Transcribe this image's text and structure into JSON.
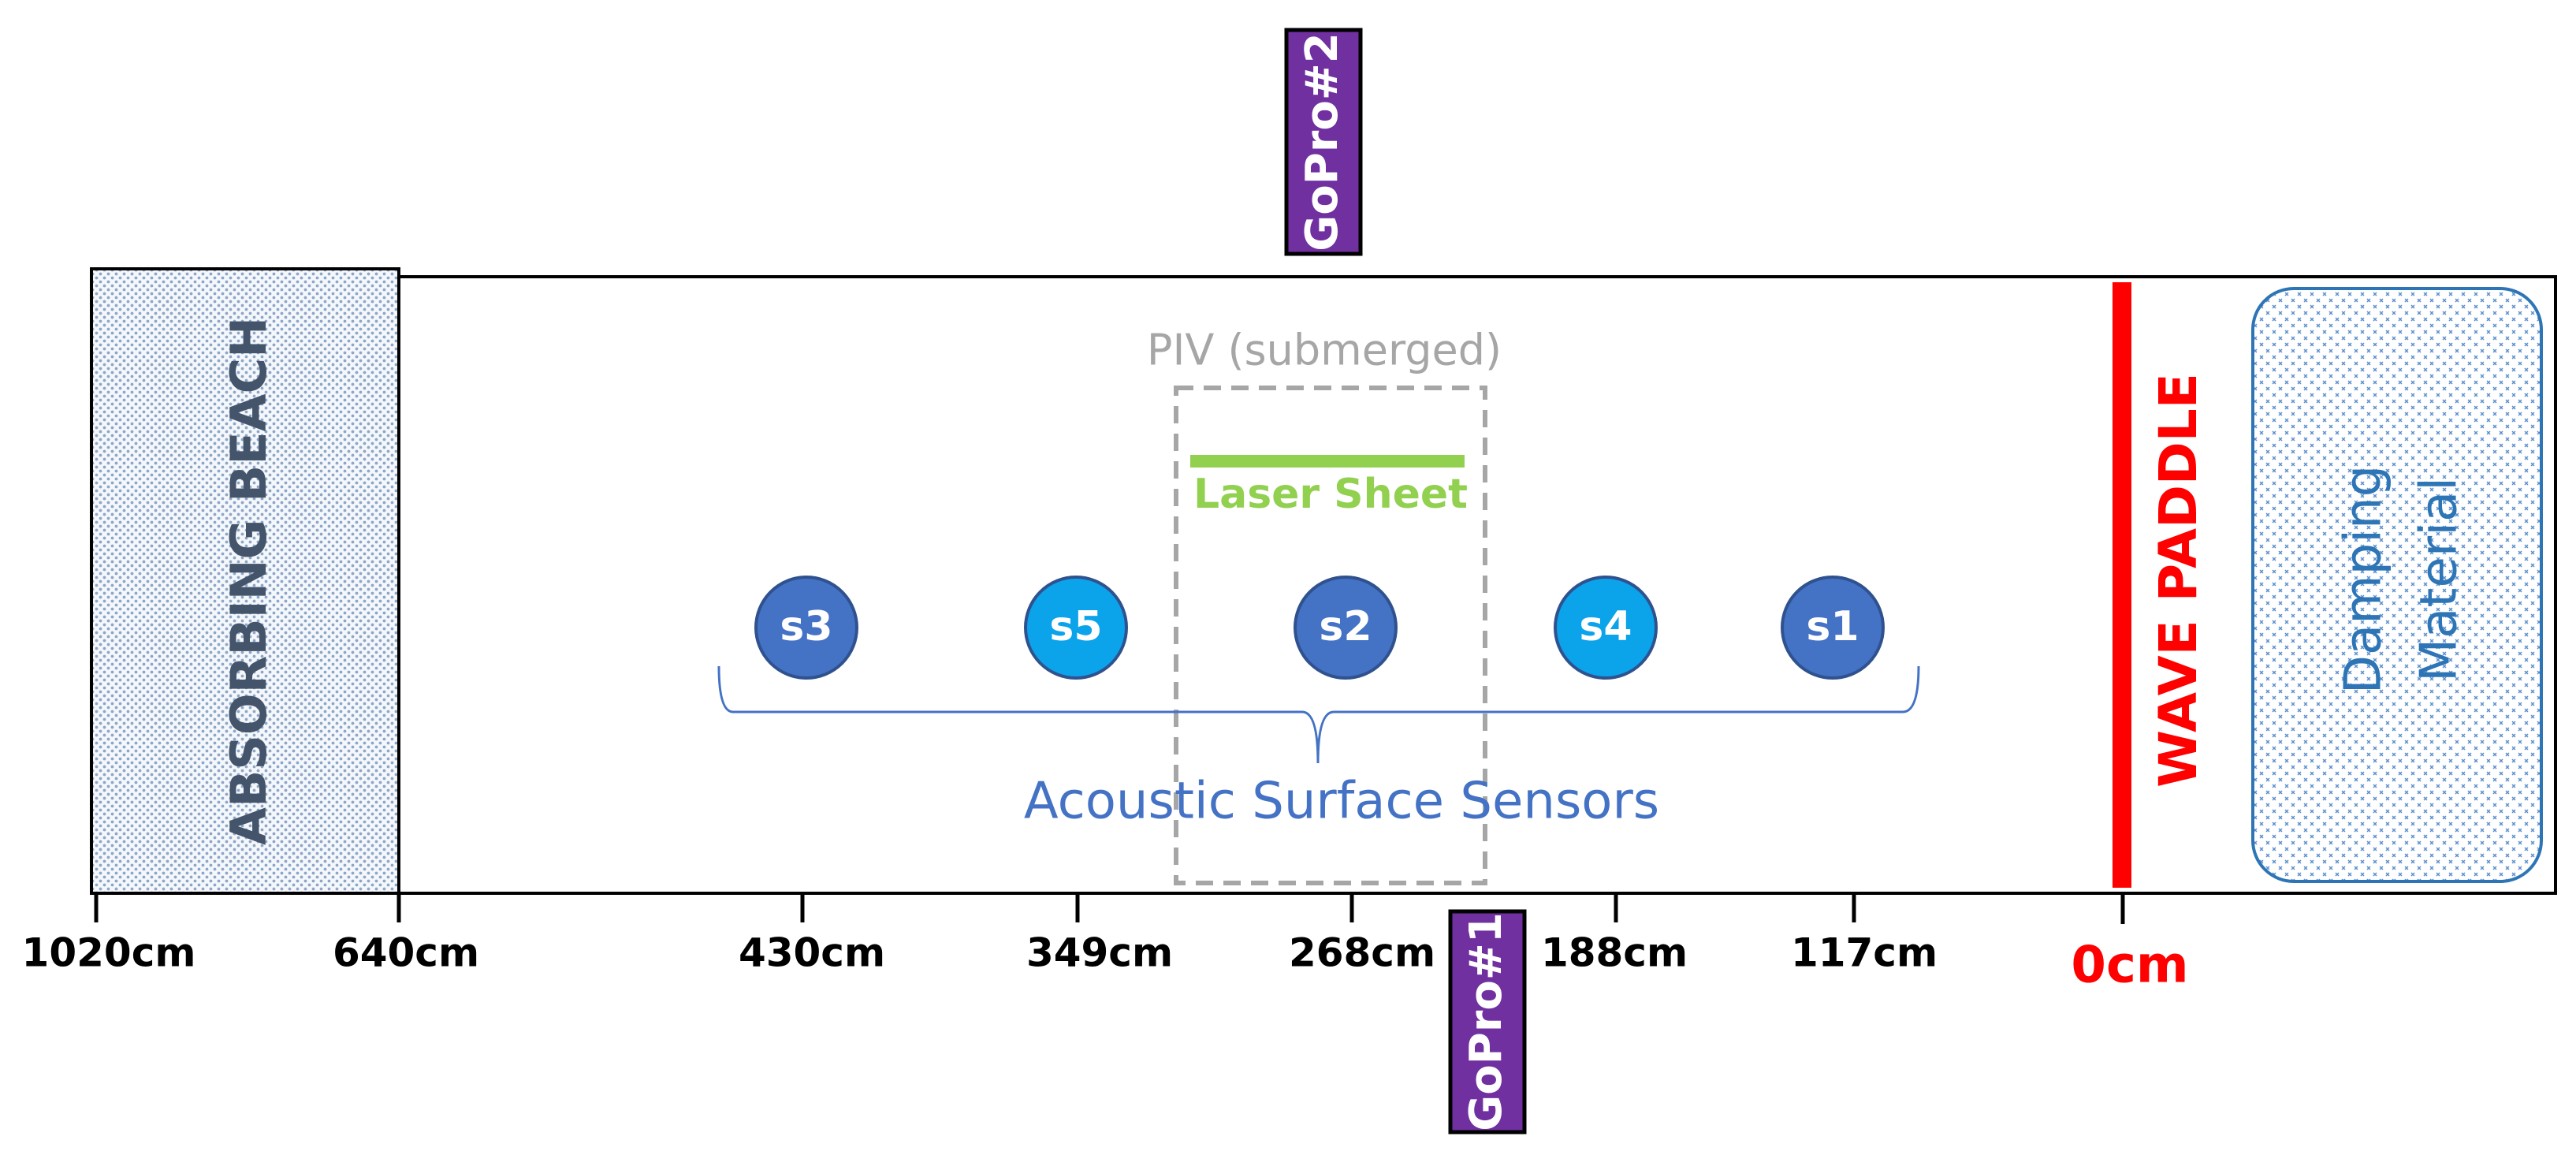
{
  "beach": {
    "label": "ABSORBING BEACH"
  },
  "gopro_top": {
    "label": "GoPro#2"
  },
  "gopro_bottom": {
    "label": "GoPro#1"
  },
  "piv": {
    "label": "PIV (submerged)"
  },
  "laser": {
    "label": "Laser Sheet"
  },
  "sensors": [
    {
      "label": "s3",
      "kind": "dark"
    },
    {
      "label": "s5",
      "kind": "light"
    },
    {
      "label": "s2",
      "kind": "dark"
    },
    {
      "label": "s4",
      "kind": "light"
    },
    {
      "label": "s1",
      "kind": "dark"
    }
  ],
  "sensor_group": {
    "label": "Acoustic Surface Sensors"
  },
  "paddle": {
    "label": "WAVE PADDLE"
  },
  "damping": {
    "line1": "Damping",
    "line2": "Material"
  },
  "ticks": [
    "1020cm",
    "640cm",
    "430cm",
    "349cm",
    "268cm",
    "188cm",
    "117cm"
  ],
  "origin": {
    "label": "0cm"
  },
  "colors": {
    "sensor_dark": "#4472c4",
    "sensor_light": "#0ba3ea",
    "purple": "#7030a0",
    "red": "#ff0000",
    "green": "#92d050",
    "brace": "#4472c4",
    "gray": "#a6a6a6",
    "beach_text": "#44546a",
    "damping": "#2e75b6"
  }
}
